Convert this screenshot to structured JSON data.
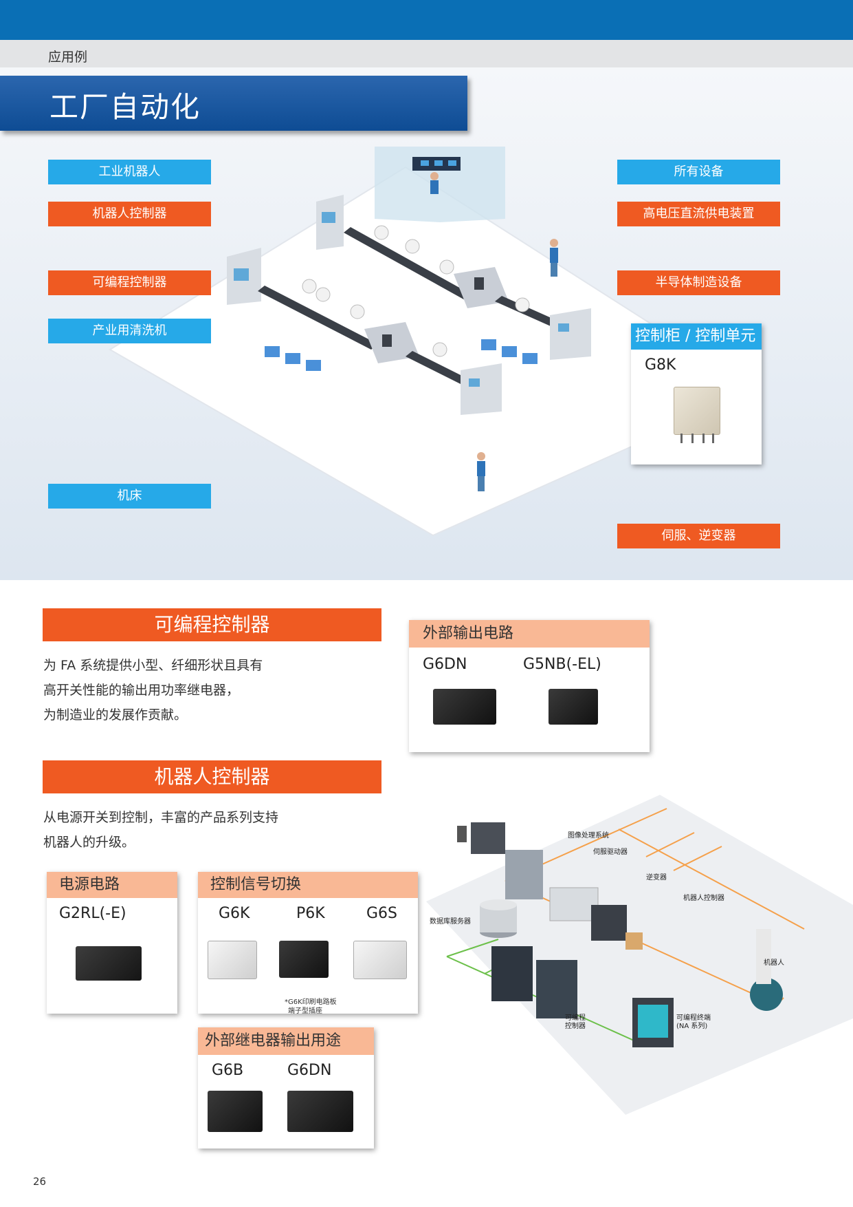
{
  "header": {
    "section": "应用例",
    "title": "工厂自动化"
  },
  "tags": {
    "industrial_robot": "工业机器人",
    "robot_controller": "机器人控制器",
    "plc": "可编程控制器",
    "washer": "产业用清洗机",
    "machine_tool": "机床",
    "all_equipment": "所有设备",
    "hv_dc_power": "高电压直流供电装置",
    "semiconductor": "半导体制造设备",
    "servo_inverter": "伺服、逆变器"
  },
  "control_cabinet": {
    "head": "控制柜 / 控制单元",
    "model": "G8K"
  },
  "plc_section": {
    "heading": "可编程控制器",
    "lines": [
      "为 FA 系统提供小型、纤细形状且具有",
      "高开关性能的输出用功率继电器，",
      "为制造业的发展作贡献。"
    ],
    "card": {
      "head": "外部输出电路",
      "models": [
        "G6DN",
        "G5NB(-EL)"
      ]
    }
  },
  "robot_section": {
    "heading": "机器人控制器",
    "lines": [
      "从电源开关到控制，丰富的产品系列支持",
      "机器人的升级。"
    ],
    "power_card": {
      "head": "电源电路",
      "model": "G2RL(-E)"
    },
    "signal_card": {
      "head": "控制信号切换",
      "models": [
        "G6K",
        "P6K",
        "G6S"
      ],
      "note_line1": "*G6K印刷电路板",
      "note_line2": "端子型插座"
    },
    "output_card": {
      "head": "外部继电器输出用途",
      "models": [
        "G6B",
        "G6DN"
      ]
    }
  },
  "network": {
    "image_processing": "图像处理系统",
    "servo_driver": "伺服驱动器",
    "inverter": "逆变器",
    "robot_controller": "机器人控制器",
    "database_server": "数据库服务器",
    "robot": "机器人",
    "plc_line1": "可编程",
    "plc_line2": "控制器",
    "terminal_line1": "可编程终端",
    "terminal_line2": "(NA 系列)"
  },
  "page_number": "26",
  "colors": {
    "brand_blue": "#0a6fb5",
    "tag_blue": "#26a9e8",
    "tag_orange": "#ef5a22",
    "card_head": "#f9b895",
    "net_orange": "#f5a04a",
    "net_green": "#6cc04a"
  }
}
